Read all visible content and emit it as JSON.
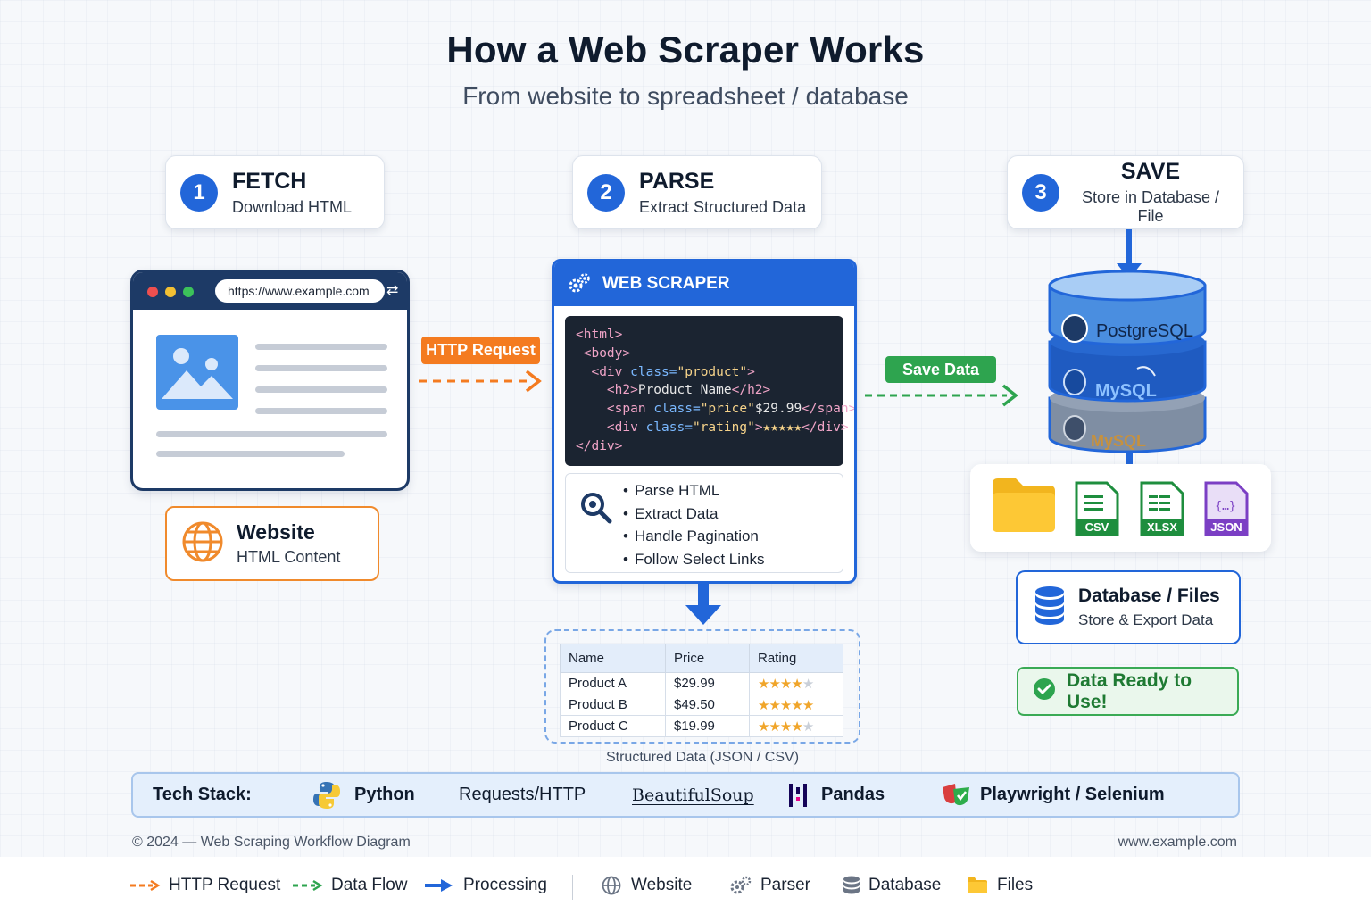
{
  "header": {
    "title": "How a Web Scraper Works",
    "subtitle": "From website to spreadsheet / database"
  },
  "steps": [
    {
      "number": "1",
      "title": "FETCH",
      "subtitle": "Download HTML"
    },
    {
      "number": "2",
      "title": "PARSE",
      "subtitle": "Extract Structured Data"
    },
    {
      "number": "3",
      "title": "SAVE",
      "subtitle": "Store in Database / File"
    }
  ],
  "browser": {
    "url": "https://www.example.com"
  },
  "website_card": {
    "title": "Website",
    "subtitle": "HTML Content"
  },
  "arrows": {
    "http_request": "HTTP Request",
    "save_data": "Save Data"
  },
  "scraper": {
    "title": "WEB SCRAPER",
    "features": [
      "Parse HTML",
      "Extract Data",
      "Handle Pagination",
      "Follow Select Links"
    ]
  },
  "table": {
    "headers": [
      "Name",
      "Price",
      "Rating"
    ],
    "rows": [
      {
        "name": "Product A",
        "price": "$29.99",
        "rating": 4
      },
      {
        "name": "Product B",
        "price": "$49.50",
        "rating": 5
      },
      {
        "name": "Product C",
        "price": "$19.99",
        "rating": 4
      }
    ],
    "caption": "Structured Data (JSON / CSV)"
  },
  "databases": [
    "PostgreSQL",
    "MySQL",
    "MySQL"
  ],
  "files": [
    "CSV",
    "XLSX",
    "JSON"
  ],
  "db_files_card": {
    "title": "Database / Files",
    "subtitle": "Store & Export Data"
  },
  "ready": "Data Ready to Use!",
  "tech_stack": {
    "label": "Tech Stack:",
    "items": [
      "Python",
      "Requests/HTTP",
      "BeautifulSoup",
      "Pandas",
      "Playwright / Selenium"
    ]
  },
  "footer": {
    "left": "© 2024 — Web Scraping Workflow Diagram",
    "right": "www.example.com"
  },
  "legend": [
    "HTTP Request",
    "Data Flow",
    "Processing",
    "Website",
    "Parser",
    "Database",
    "Files"
  ],
  "colors": {
    "primary_blue": "#2266d9",
    "http_orange": "#f08a2c",
    "data_green": "#3aaa55",
    "navy": "#1d3a66",
    "postgres": "#4a8ee0",
    "mysql": "#1f5bc1",
    "third_db": "#7f8ea3"
  }
}
